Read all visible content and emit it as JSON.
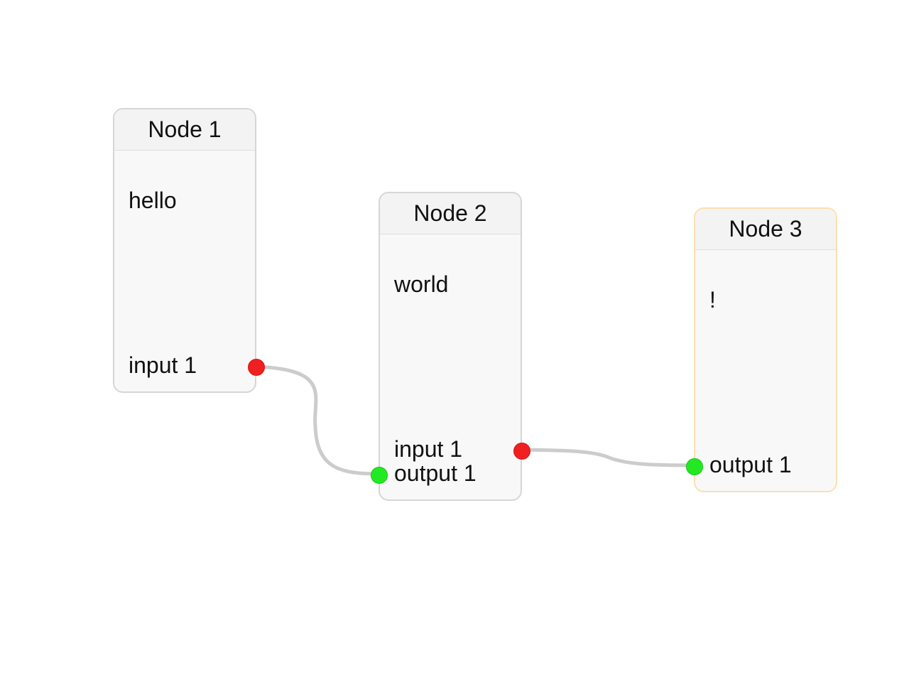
{
  "colors": {
    "node_background": "#f8f8f8",
    "node_border": "#d6d6d6",
    "selected_node_border": "#fbe0b2",
    "connector_out": "#f02020",
    "connector_in": "#22ea22",
    "link": "#cccccc"
  },
  "nodes": [
    {
      "title": "Node 1",
      "content": "hello",
      "input_label": "input 1",
      "output_label": ""
    },
    {
      "title": "Node 2",
      "content": "world",
      "input_label": "input 1",
      "output_label": "output 1"
    },
    {
      "title": "Node 3",
      "content": "!",
      "input_label": "",
      "output_label": "output 1",
      "selected": true
    }
  ],
  "links": [
    {
      "from": "Node 1 / input 1",
      "to": "Node 2 / output 1"
    },
    {
      "from": "Node 2 / input 1",
      "to": "Node 3 / output 1"
    }
  ]
}
